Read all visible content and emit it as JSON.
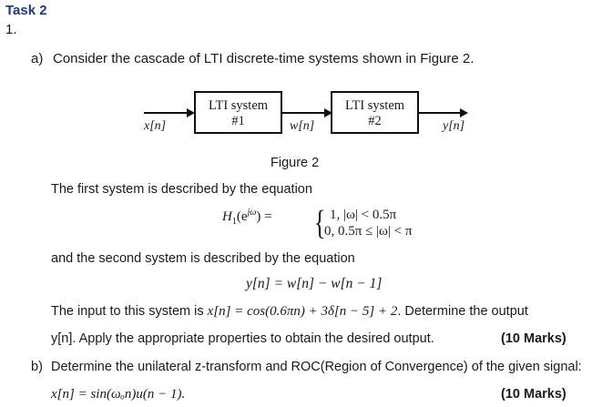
{
  "header": {
    "task_title": "Task 2",
    "question_number": "1."
  },
  "part_a": {
    "label": "a)",
    "intro": "Consider the cascade of LTI discrete-time systems shown in Figure 2.",
    "diagram": {
      "input_signal": "x[n]",
      "block1": {
        "line1": "LTI system",
        "line2": "#1"
      },
      "intermediate_signal": "w[n]",
      "block2": {
        "line1": "LTI system",
        "line2": "#2"
      },
      "output_signal": "y[n]",
      "caption": "Figure 2"
    },
    "system1_text": "The first system is described by the equation",
    "system1_equation": {
      "lhs": "H₁(e^{jω}) =",
      "lhs_display": "H",
      "lhs_sub": "1",
      "lhs_arg_pre": "(e",
      "lhs_sup": "jω",
      "lhs_arg_post": ") =",
      "case1": "1, |ω| < 0.5π",
      "case2": "0, 0.5π ≤ |ω| < π"
    },
    "system2_text": "and the second system is described by the equation",
    "system2_equation": "y[n] = w[n] − w[n − 1]",
    "input_text_pre": "The input to this system is ",
    "input_equation": "x[n] = cos(0.6πn) + 3δ[n − 5] + 2",
    "input_text_post": ". Determine the output",
    "instruction": "y[n]. Apply the appropriate properties to obtain the desired output.",
    "marks": "(10 Marks)"
  },
  "part_b": {
    "label": "b)",
    "text": "Determine the unilateral z-transform and ROC(Region of Convergence) of the given signal:",
    "equation": "x[n] = sin(ωₒn)u(n − 1).",
    "marks": "(10 Marks)"
  }
}
